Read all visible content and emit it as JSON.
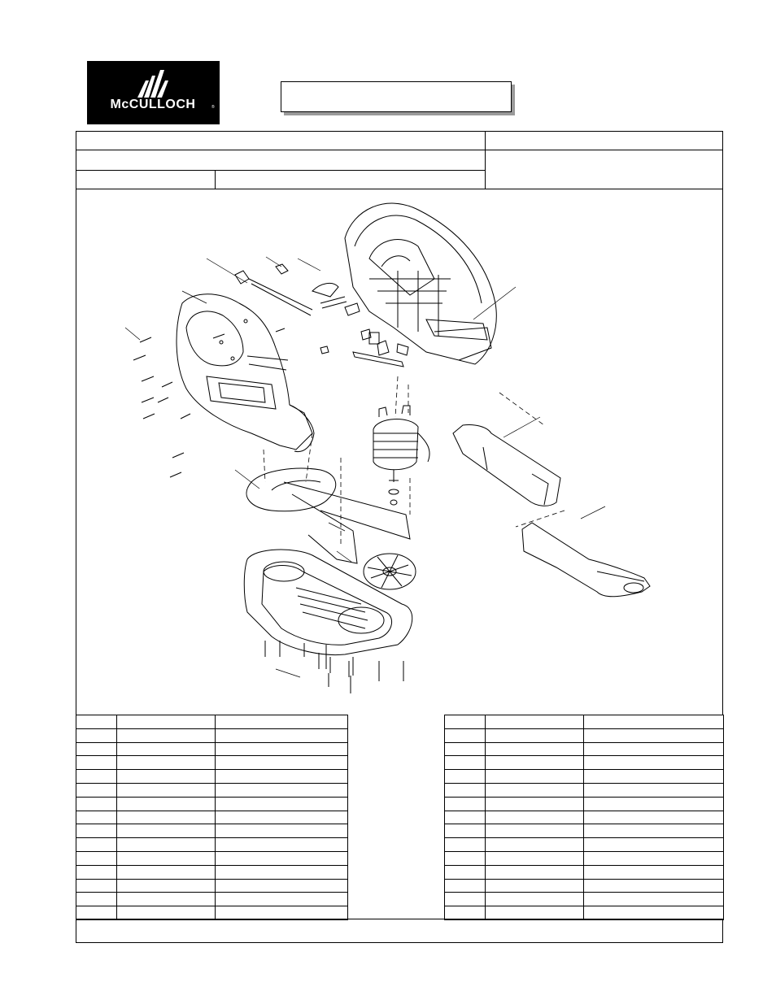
{
  "brand": {
    "logo_text": "McCULLOCH",
    "colors": {
      "logo_bg": "#000000",
      "logo_fg": "#ffffff",
      "shadow": "#9a9a9a"
    }
  },
  "parts_table": {
    "left_rows": 15,
    "right_rows": 15
  }
}
